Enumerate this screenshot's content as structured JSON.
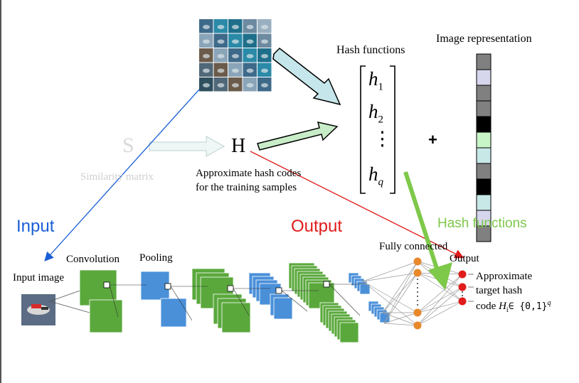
{
  "labels": {
    "hash_functions_top": "Hash functions",
    "image_representation": "Image representation",
    "similarity_symbol": "S",
    "similarity_caption": "Similarity matrix",
    "hash_symbol": "H",
    "approx_codes_line1": "Approximate hash codes",
    "approx_codes_line2": "for the training samples",
    "plus": "+",
    "input_heading": "Input",
    "output_heading": "Output",
    "hash_functions_green": "Hash functions",
    "input_image": "Input image",
    "convolution": "Convolution",
    "pooling": "Pooling",
    "fully_connected": "Fully connected",
    "output_layer": "Output",
    "approx_line1": "Approximate",
    "approx_line2": "target hash",
    "approx_line3_prefix": "code",
    "approx_line3_formula": "H",
    "approx_line3_sub": "i",
    "approx_line3_rest": "∈ {0,1}",
    "approx_line3_sup": "q"
  },
  "hash_vector": {
    "symbols": [
      {
        "base": "h",
        "sub": "1"
      },
      {
        "base": "h",
        "sub": "2"
      },
      {
        "base": "⋮",
        "sub": ""
      },
      {
        "base": "h",
        "sub": "q"
      }
    ]
  },
  "representation_cells": [
    "#808080",
    "#d6d6ec",
    "#808080",
    "#808080",
    "#000000",
    "#c8f5c8",
    "#c8e8e8",
    "#808080",
    "#000000",
    "#c8e8e8",
    "#d6d6ec",
    "#808080"
  ],
  "colors": {
    "input_heading": "#1a5fd6",
    "output_heading": "#e01b1b",
    "hash_green": "#7ec84a",
    "conv_green": "#5aa83c",
    "pool_blue": "#4a90d9",
    "fc_node": "#e8882a",
    "output_node": "#e01b1b",
    "block_arrow_blue": "#c5e6ea",
    "block_arrow_green": "#c8ecc8"
  }
}
